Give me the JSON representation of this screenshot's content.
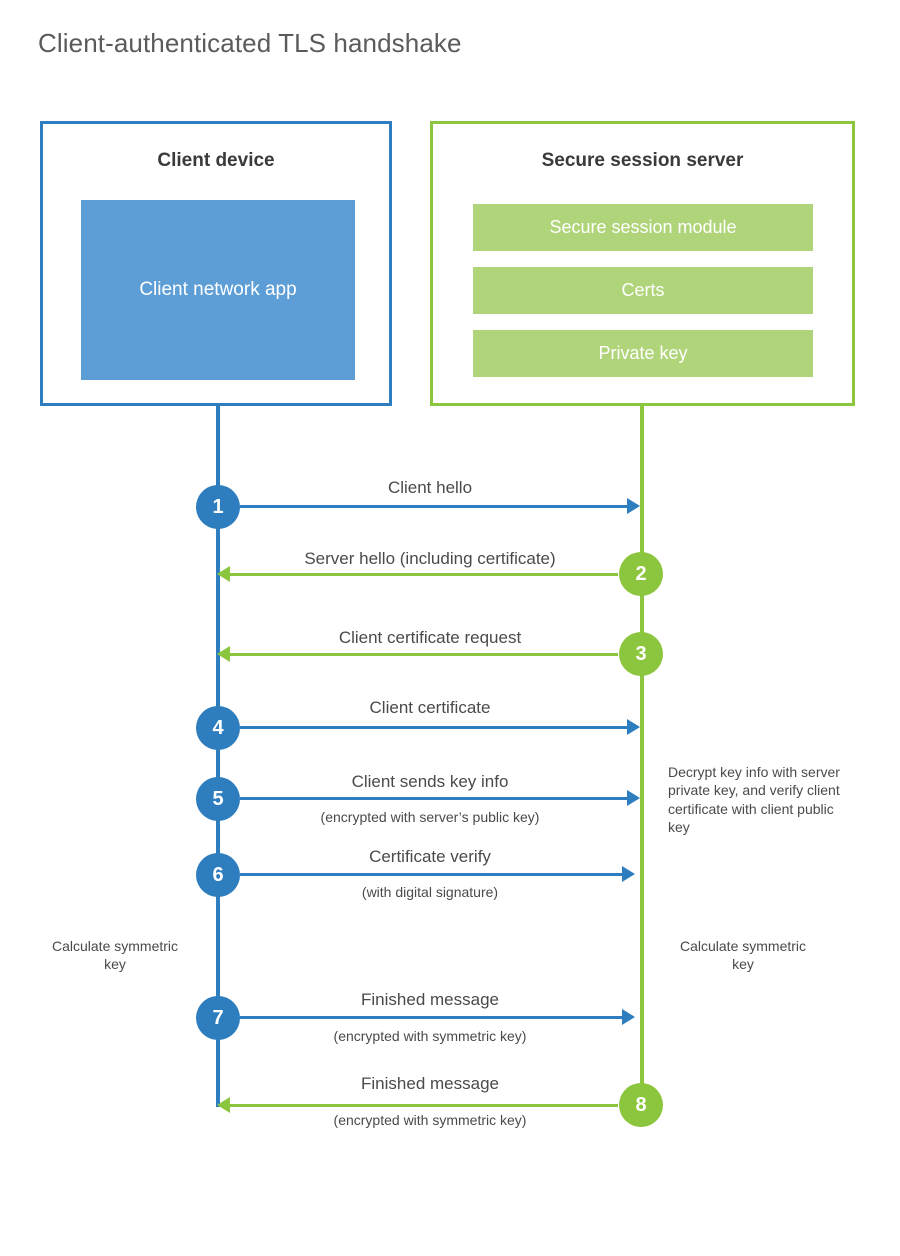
{
  "title": "Client-authenticated TLS handshake",
  "participants": {
    "client": {
      "title": "Client device",
      "app_label": "Client network app",
      "border_color": "#2e7ebf",
      "app_color": "#5d9ed7"
    },
    "server": {
      "title": "Secure session server",
      "border_color": "#8cc63e",
      "sub_color": "#b0d47a",
      "components": [
        "Secure session module",
        "Certs",
        "Private key"
      ]
    }
  },
  "colors": {
    "blue": "#2e7ebf",
    "green": "#8cc63e",
    "light_blue": "#5d9ed7",
    "light_green": "#b0d47a",
    "text": "#4a4a4a"
  },
  "steps": [
    {
      "number": "1",
      "label": "Client hello",
      "sublabel": "",
      "direction": "client-to-server",
      "color": "blue"
    },
    {
      "number": "2",
      "label": "Server hello (including certificate)",
      "sublabel": "",
      "direction": "server-to-client",
      "color": "green"
    },
    {
      "number": "3",
      "label": "Client certificate request",
      "sublabel": "",
      "direction": "server-to-client",
      "color": "green"
    },
    {
      "number": "4",
      "label": "Client certificate",
      "sublabel": "",
      "direction": "client-to-server",
      "color": "blue"
    },
    {
      "number": "5",
      "label": "Client sends key info",
      "sublabel": "(encrypted with server’s public key)",
      "direction": "client-to-server",
      "color": "blue"
    },
    {
      "number": "6",
      "label": "Certificate verify",
      "sublabel": "(with digital signature)",
      "direction": "client-to-server",
      "color": "blue"
    },
    {
      "number": "7",
      "label": "Finished message",
      "sublabel": "(encrypted with symmetric key)",
      "direction": "client-to-server",
      "color": "blue"
    },
    {
      "number": "8",
      "label": "Finished message",
      "sublabel": "(encrypted with symmetric key)",
      "direction": "server-to-client",
      "color": "green"
    }
  ],
  "notes": {
    "server_decrypt": "Decrypt key info with server private key, and verify client certificate with client public key",
    "client_symmetric": "Calculate symmetric key",
    "server_symmetric": "Calculate symmetric key"
  }
}
